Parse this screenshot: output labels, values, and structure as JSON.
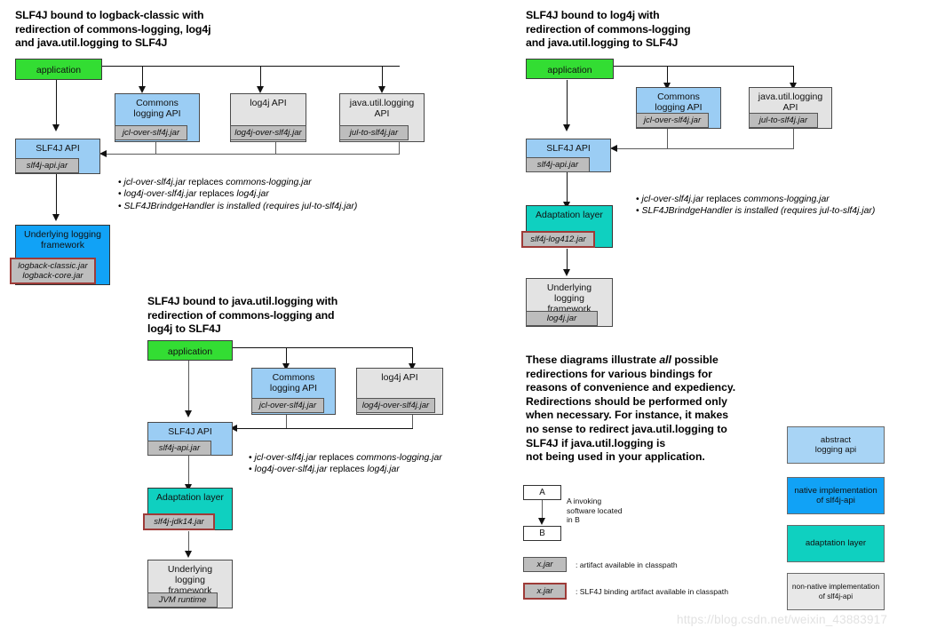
{
  "diagrams": [
    {
      "id": "logback",
      "title": "SLF4J bound to logback-classic with\nredirection of commons-logging, log4j\nand java.util.logging to SLF4J",
      "nodes": {
        "application": "application",
        "commons": "Commons\nlogging API",
        "log4j": "log4j API",
        "jul": "java.util.logging\nAPI",
        "slf4j_api": "SLF4J API",
        "underlying": "Underlying logging\nframework"
      },
      "jars": {
        "commons": "jcl-over-slf4j.jar",
        "log4j": "log4j-over-slf4j.jar",
        "jul": "jul-to-slf4j.jar",
        "slf4j_api": "slf4j-api.jar",
        "underlying": "logback-classic.jar\nlogback-core.jar"
      },
      "notes": [
        {
          "pre": "jcl-over-slf4j.jar",
          "mid": " replaces ",
          "post": "commons-logging.jar"
        },
        {
          "pre": "log4j-over-slf4j.jar",
          "mid": " replaces ",
          "post": "log4j.jar"
        },
        {
          "pre": "SLF4JBrindgeHandler is installed (requires jul-to-slf4j.jar)",
          "mid": "",
          "post": ""
        }
      ]
    },
    {
      "id": "log4j",
      "title": "SLF4J bound to log4j with\nredirection of commons-logging\nand java.util.logging to SLF4J",
      "nodes": {
        "application": "application",
        "commons": "Commons\nlogging API",
        "jul": "java.util.logging\nAPI",
        "slf4j_api": "SLF4J API",
        "adaptation": "Adaptation layer",
        "underlying": "Underlying\nlogging\nframework"
      },
      "jars": {
        "commons": "jcl-over-slf4j.jar",
        "jul": "jul-to-slf4j.jar",
        "slf4j_api": "slf4j-api.jar",
        "adaptation": "slf4j-log412.jar",
        "underlying": "log4j.jar"
      },
      "notes": [
        {
          "pre": "jcl-over-slf4j.jar",
          "mid": " replaces ",
          "post": "commons-logging.jar"
        },
        {
          "pre": "SLF4JBrindgeHandler is installed (requires jul-to-slf4j.jar)",
          "mid": "",
          "post": ""
        }
      ]
    },
    {
      "id": "jul",
      "title": "SLF4J bound to java.util.logging with\nredirection of commons-logging and\nlog4j to SLF4J",
      "nodes": {
        "application": "application",
        "commons": "Commons\nlogging API",
        "log4j": "log4j API",
        "slf4j_api": "SLF4J API",
        "adaptation": "Adaptation layer",
        "underlying": "Underlying\nlogging\nframework"
      },
      "jars": {
        "commons": "jcl-over-slf4j.jar",
        "log4j": "log4j-over-slf4j.jar",
        "slf4j_api": "slf4j-api.jar",
        "adaptation": "slf4j-jdk14.jar",
        "underlying": "JVM runtime"
      },
      "notes": [
        {
          "pre": "jcl-over-slf4j.jar",
          "mid": " replaces ",
          "post": "commons-logging.jar"
        },
        {
          "pre": "log4j-over-slf4j.jar",
          "mid": " replaces ",
          "post": "log4j.jar"
        }
      ]
    }
  ],
  "paragraph": {
    "line1": "These diagrams illustrate ",
    "emphasis": "all",
    "line2": " possible\nredirections for various bindings for\nreasons of convenience and expediency.\nRedirections should be performed only\nwhen necessary. For instance, it makes\nno sense to redirect java.util.logging to\nSLF4J if java.util.logging is\nnot being used in your application."
  },
  "legend": {
    "arrow": {
      "box_a": "A",
      "box_b": "B",
      "caption": "A invoking\nsoftware located\nin B"
    },
    "jar_plain": {
      "chip": "x.jar",
      "caption": ": artifact available in classpath"
    },
    "jar_binding": {
      "chip": "x.jar",
      "caption": ": SLF4J binding artifact available in classpath"
    },
    "swatches": [
      {
        "label": "abstract\nlogging api",
        "color": "#a8d4f5"
      },
      {
        "label": "native implementation\nof slf4j-api",
        "color": "#11a2f6"
      },
      {
        "label": "adaptation layer",
        "color": "#0fd0c0"
      },
      {
        "label": "non-native implementation\nof slf4j-api",
        "color": "#e8e8e8"
      }
    ]
  },
  "watermark": "https://blog.csdn.net/weixin_43883917"
}
